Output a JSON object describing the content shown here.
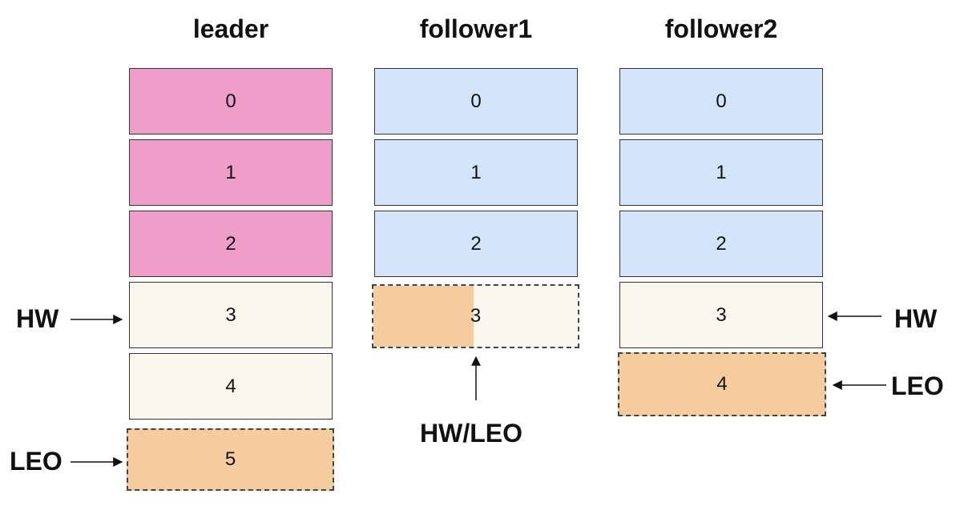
{
  "colors": {
    "pink": "#ee9ec8",
    "blue": "#d4e4fa",
    "cream": "#f9f7ee",
    "orange": "#f5cc9d",
    "border": "#333333"
  },
  "columns": [
    {
      "title": "leader",
      "cells": [
        {
          "label": "0",
          "fill": "pink"
        },
        {
          "label": "1",
          "fill": "pink"
        },
        {
          "label": "2",
          "fill": "pink"
        },
        {
          "label": "3",
          "fill": "cream"
        },
        {
          "label": "4",
          "fill": "cream"
        },
        {
          "label": "5",
          "fill": "orange",
          "dashed": true
        }
      ]
    },
    {
      "title": "follower1",
      "cells": [
        {
          "label": "0",
          "fill": "blue"
        },
        {
          "label": "1",
          "fill": "blue"
        },
        {
          "label": "2",
          "fill": "blue"
        },
        {
          "label": "3",
          "fill": "split",
          "dashed": true
        }
      ]
    },
    {
      "title": "follower2",
      "cells": [
        {
          "label": "0",
          "fill": "blue"
        },
        {
          "label": "1",
          "fill": "blue"
        },
        {
          "label": "2",
          "fill": "blue"
        },
        {
          "label": "3",
          "fill": "cream"
        },
        {
          "label": "4",
          "fill": "orange",
          "dashed": true
        }
      ]
    }
  ],
  "markers": {
    "leader_hw": "HW",
    "leader_leo": "LEO",
    "follower1_hw_leo": "HW/LEO",
    "follower2_hw": "HW",
    "follower2_leo": "LEO"
  }
}
